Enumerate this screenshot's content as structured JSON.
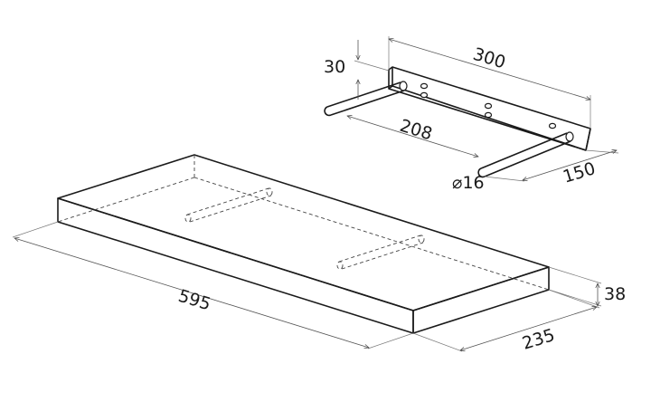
{
  "dimensions": {
    "shelf_length": "595",
    "shelf_depth": "235",
    "shelf_thickness": "38",
    "bracket_length": "300",
    "bracket_height": "30",
    "rod_length": "208",
    "rod_diameter": "⌀16",
    "bracket_depth": "150"
  }
}
